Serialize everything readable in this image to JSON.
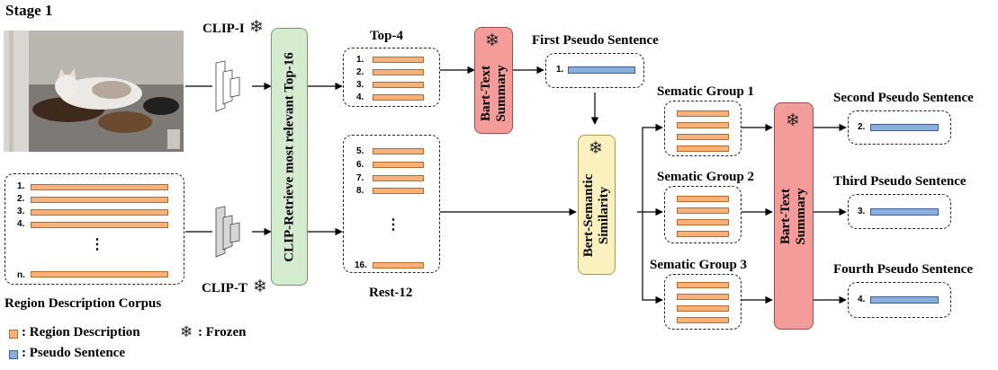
{
  "title": "Stage 1",
  "encoders": {
    "image": "CLIP-I",
    "text": "CLIP-T"
  },
  "retrieve": "CLIP-Retrieve most relevant Top-16",
  "corpus": {
    "caption": "Region Description Corpus",
    "items": [
      "1.",
      "2.",
      "3.",
      "4.",
      "n."
    ],
    "ellipsis": "⋮"
  },
  "top4": {
    "title": "Top-4",
    "items": [
      "1.",
      "2.",
      "3.",
      "4."
    ]
  },
  "rest12": {
    "title": "Rest-12",
    "items": [
      "5.",
      "6.",
      "7.",
      "8.",
      "16."
    ],
    "ellipsis": "⋮"
  },
  "bart1": "Bart-Text Summary",
  "first_sentence": {
    "title": "First Pseudo Sentence",
    "num": "1."
  },
  "bert": "Bert-Semantic Similarity",
  "groups": [
    "Sematic Group 1",
    "Sematic Group 2",
    "Sematic Group 3"
  ],
  "bart2": "Bart-Text Summary",
  "outputs": [
    {
      "title": "Second Pseudo Sentence",
      "num": "2."
    },
    {
      "title": "Third Pseudo Sentence",
      "num": "3."
    },
    {
      "title": "Fourth Pseudo Sentence",
      "num": "4."
    }
  ],
  "legend": {
    "region": ": Region Description",
    "pseudo": ": Pseudo Sentence",
    "frozen": ": Frozen"
  },
  "icons": {
    "snowflake": "❄",
    "photo": "cat-on-shoes-photo"
  },
  "colors": {
    "orange_bar": "#f6b27a",
    "blue_bar": "#8aaee0",
    "retrieve_box": "#d4ebd0",
    "bart_box": "#f39c9a",
    "bert_box": "#fbf1bf"
  }
}
